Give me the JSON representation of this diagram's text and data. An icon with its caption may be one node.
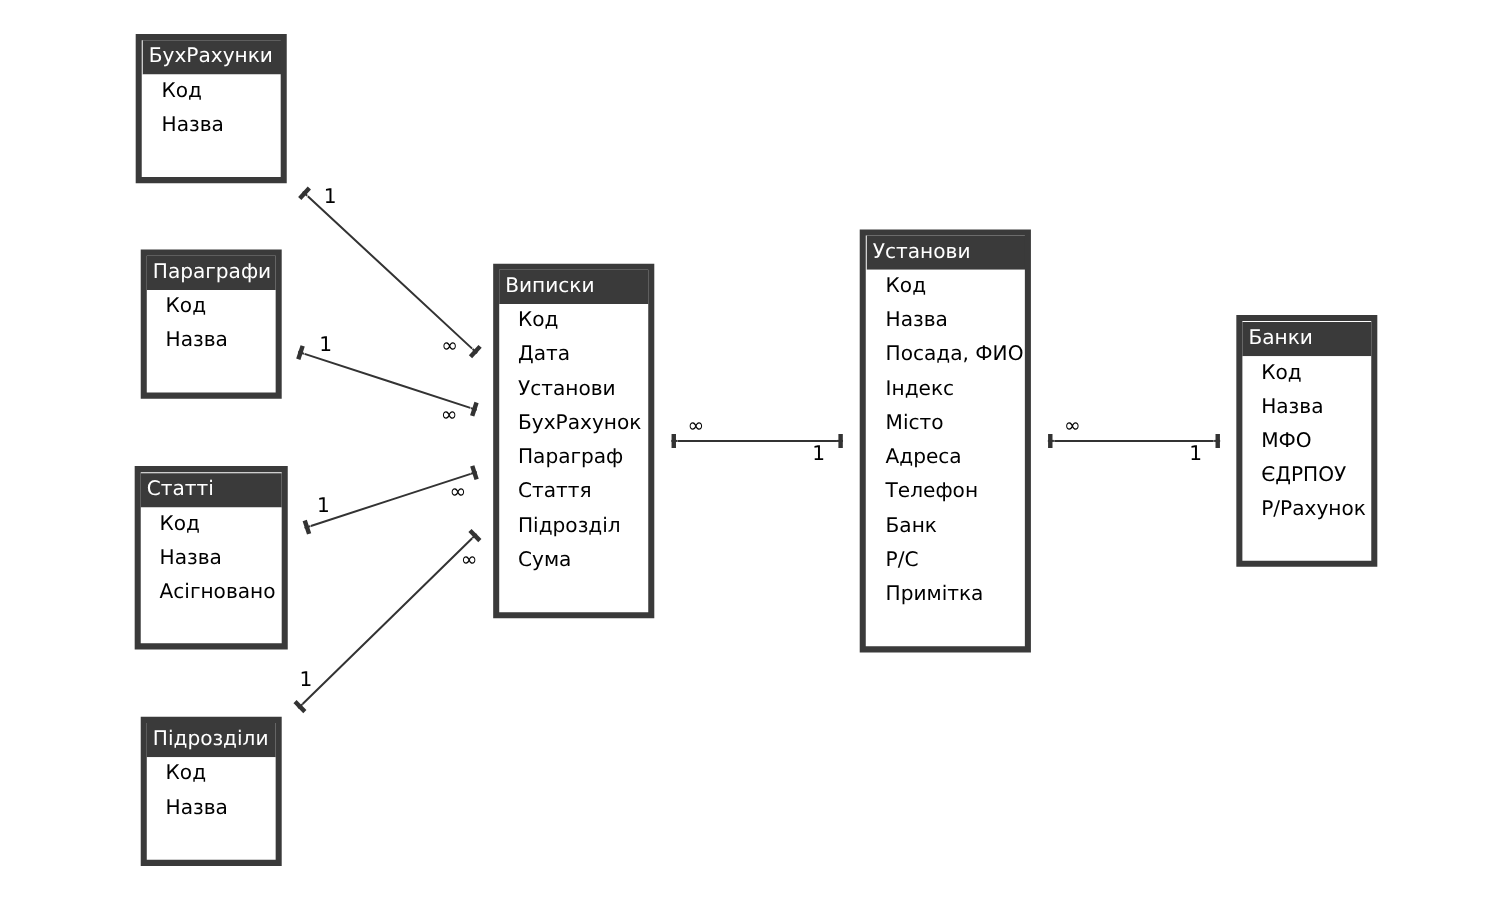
{
  "diagram": {
    "nodes": [
      {
        "text": [
          "БухРахунки",
          "Код",
          "Назва"
        ]
      },
      {
        "text": [
          "Параграфи",
          "Код",
          "Назва"
        ]
      },
      {
        "text": [
          "Статті",
          "Код",
          "Назва",
          "Асігновано"
        ]
      },
      {
        "text": [
          "Підрозділи",
          "Код",
          "Назва"
        ]
      },
      {
        "text": [
          "Виписки",
          "Код",
          "Дата",
          "Установи",
          "БухРахунок",
          "Параграф",
          "Стаття",
          "Підрозділ",
          "Сума"
        ]
      },
      {
        "text": [
          "Установи",
          "Код",
          "Назва",
          "Посада, ФИО",
          "Індекс",
          "Місто",
          "Адреса",
          "Телефон",
          "Банк",
          "Р/С",
          "Примітка"
        ]
      },
      {
        "text": [
          "Банки",
          "Код",
          "Назва",
          "МФО",
          "ЄДРПОУ",
          "Р/Рахунок"
        ]
      }
    ],
    "edges": [
      {
        "from": 0,
        "to": 4,
        "arrow": "other"
      },
      {
        "from": 1,
        "to": 4,
        "arrow": "other"
      },
      {
        "from": 2,
        "to": 4,
        "arrow": "other"
      },
      {
        "from": 3,
        "to": 4,
        "arrow": "other"
      },
      {
        "from": 4,
        "to": 5,
        "arrow": "other"
      },
      {
        "from": 5,
        "to": 6,
        "arrow": "other"
      }
    ],
    "labels": [
      "1",
      "∞",
      "1",
      "∞",
      "1",
      "∞",
      "1",
      "∞",
      "∞",
      "1",
      "∞",
      "1"
    ]
  }
}
